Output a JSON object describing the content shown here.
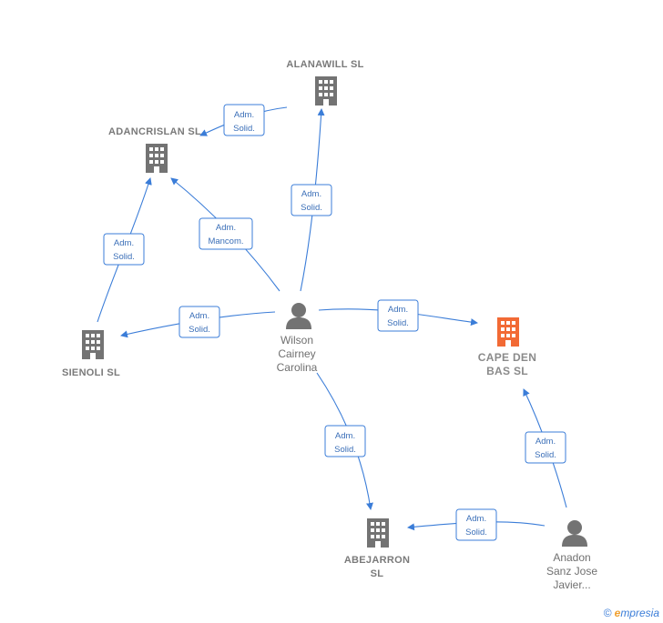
{
  "nodes": {
    "alanawill": {
      "label_lines": [
        "ALANAWILL  SL"
      ]
    },
    "adancrislan": {
      "label_lines": [
        "ADANCRISLAN SL"
      ]
    },
    "sienoli": {
      "label_lines": [
        "SIENOLI  SL"
      ]
    },
    "cape_den_bas": {
      "label_lines": [
        "CAPE DEN",
        "BAS  SL"
      ],
      "color": "#f26a35"
    },
    "abejarron": {
      "label_lines": [
        "ABEJARRON",
        "SL"
      ]
    },
    "wilson": {
      "label_lines": [
        "Wilson",
        "Cairney",
        "Carolina"
      ]
    },
    "anadon": {
      "label_lines": [
        "Anadon",
        "Sanz Jose",
        "Javier..."
      ]
    }
  },
  "edges": {
    "wilson_alanawill": [
      "Adm.",
      "Solid."
    ],
    "alanawill_adancrislan": [
      "Adm.",
      "Solid."
    ],
    "wilson_adancrislan": [
      "Adm.",
      "Mancom."
    ],
    "sienoli_adancrislan": [
      "Adm.",
      "Solid."
    ],
    "wilson_sienoli": [
      "Adm.",
      "Solid."
    ],
    "wilson_cape": [
      "Adm.",
      "Solid."
    ],
    "wilson_abejarron": [
      "Adm.",
      "Solid."
    ],
    "anadon_abejarron": [
      "Adm.",
      "Solid."
    ],
    "anadon_cape": [
      "Adm.",
      "Solid."
    ]
  },
  "colors": {
    "edge": "#3b7dd8",
    "company": "#737373",
    "highlight": "#f26a35",
    "person": "#737373"
  },
  "footer": {
    "copyright": "©",
    "brand_initial": "e",
    "brand_rest": "mpresia"
  }
}
